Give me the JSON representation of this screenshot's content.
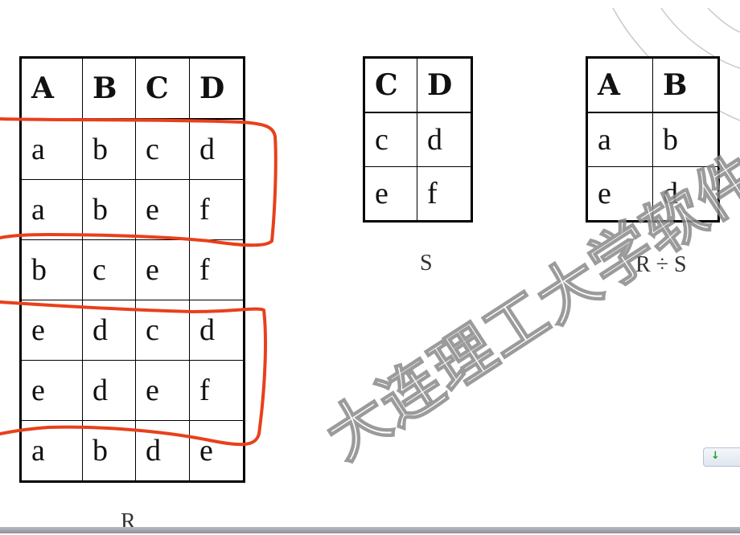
{
  "table_r": {
    "headers": [
      "A",
      "B",
      "C",
      "D"
    ],
    "rows": [
      [
        "a",
        "b",
        "c",
        "d"
      ],
      [
        "a",
        "b",
        "e",
        "f"
      ],
      [
        "b",
        "c",
        "e",
        "f"
      ],
      [
        "e",
        "d",
        "c",
        "d"
      ],
      [
        "e",
        "d",
        "e",
        "f"
      ],
      [
        "a",
        "b",
        "d",
        "e"
      ]
    ],
    "caption": "R"
  },
  "table_s": {
    "headers": [
      "C",
      "D"
    ],
    "rows": [
      [
        "c",
        "d"
      ],
      [
        "e",
        "f"
      ]
    ],
    "caption": "S"
  },
  "table_quotient": {
    "headers": [
      "A",
      "B"
    ],
    "rows": [
      [
        "a",
        "b"
      ],
      [
        "e",
        "d"
      ]
    ],
    "caption": "R ÷ S"
  },
  "watermark": "大连理工大学软件学院",
  "annotation_color": "#e8401c",
  "download_button": {
    "icon": "down-arrow-icon",
    "glyph": "↓"
  }
}
